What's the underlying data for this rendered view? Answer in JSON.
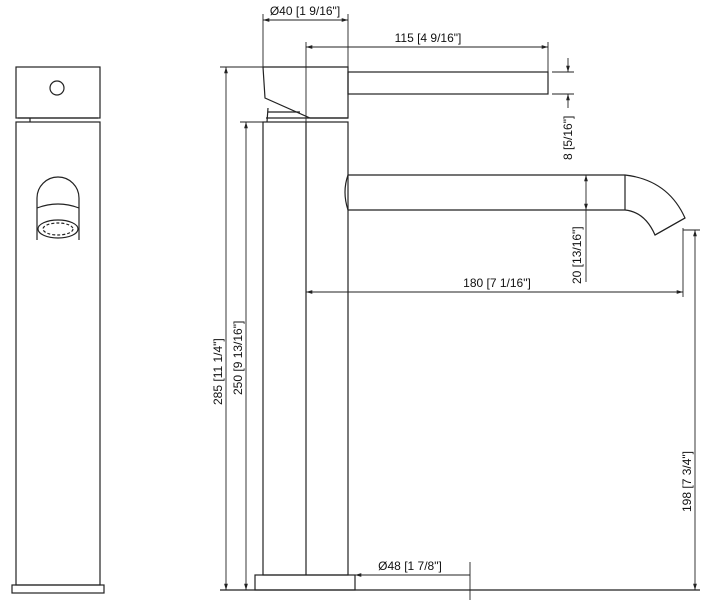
{
  "dimensions": {
    "top_diameter": "Ø40 [1 9/16\"]",
    "lever_length": "115 [4 9/16\"]",
    "lever_thickness": "8 [5/16\"]",
    "spout_thickness": "20 [13/16\"]",
    "spout_reach": "180 [7 1/16\"]",
    "total_height": "285 [11 1/4\"]",
    "body_height": "250 [9 13/16\"]",
    "spout_height": "198 [7 3/4\"]",
    "base_diameter": "Ø48 [1 7/8\"]"
  }
}
